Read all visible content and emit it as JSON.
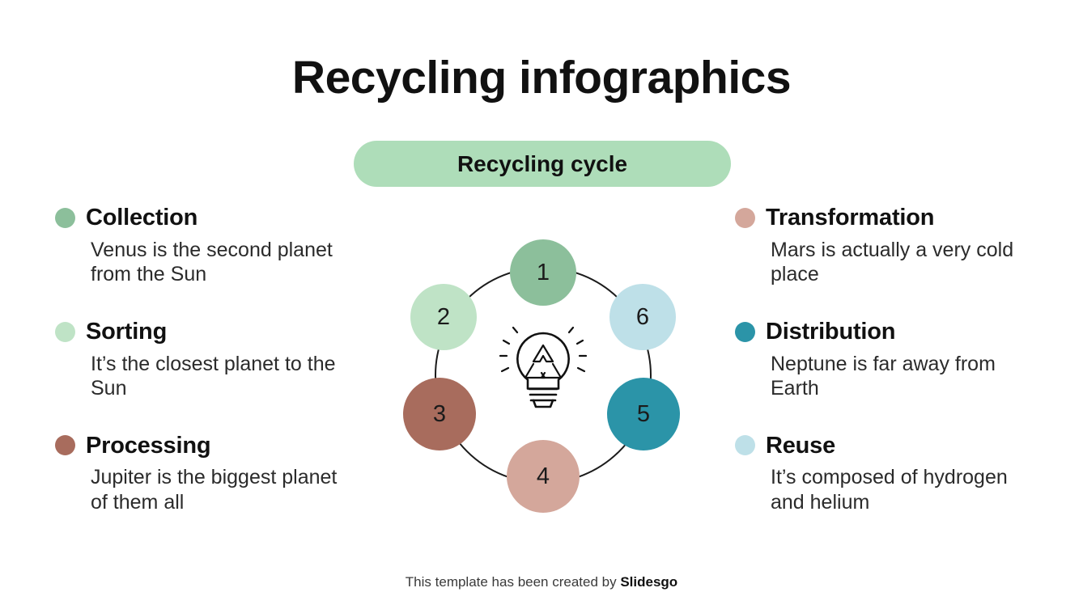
{
  "title": "Recycling infographics",
  "badge": {
    "label": "Recycling cycle",
    "color": "#aeddb9"
  },
  "left_column": [
    {
      "title": "Collection",
      "desc": "Venus is the second planet from the Sun",
      "color": "#8cbf9b"
    },
    {
      "title": "Sorting",
      "desc": "It’s the closest planet to the Sun",
      "color": "#bfe3c6"
    },
    {
      "title": "Processing",
      "desc": "Jupiter is the biggest planet of them all",
      "color": "#a86c5d"
    }
  ],
  "right_column": [
    {
      "title": "Transformation",
      "desc": "Mars is actually a very cold place",
      "color": "#d4a79b"
    },
    {
      "title": "Distribution",
      "desc": "Neptune is far away from Earth",
      "color": "#2b94a8"
    },
    {
      "title": "Reuse",
      "desc": "It’s composed of hydrogen and helium",
      "color": "#bee0e8"
    }
  ],
  "wheel": {
    "center_icon": "recycling-lightbulb-icon",
    "ring_color": "#1b1b1b",
    "nodes": [
      {
        "number": "1",
        "color": "#8cbf9b",
        "step": "Collection"
      },
      {
        "number": "2",
        "color": "#bfe3c6",
        "step": "Sorting"
      },
      {
        "number": "3",
        "color": "#a86c5d",
        "step": "Processing"
      },
      {
        "number": "4",
        "color": "#d4a79b",
        "step": "Transformation"
      },
      {
        "number": "5",
        "color": "#2b94a8",
        "step": "Distribution"
      },
      {
        "number": "6",
        "color": "#bee0e8",
        "step": "Reuse"
      }
    ]
  },
  "footer": {
    "prefix": "This template has been created by ",
    "brand": "Slidesgo"
  }
}
